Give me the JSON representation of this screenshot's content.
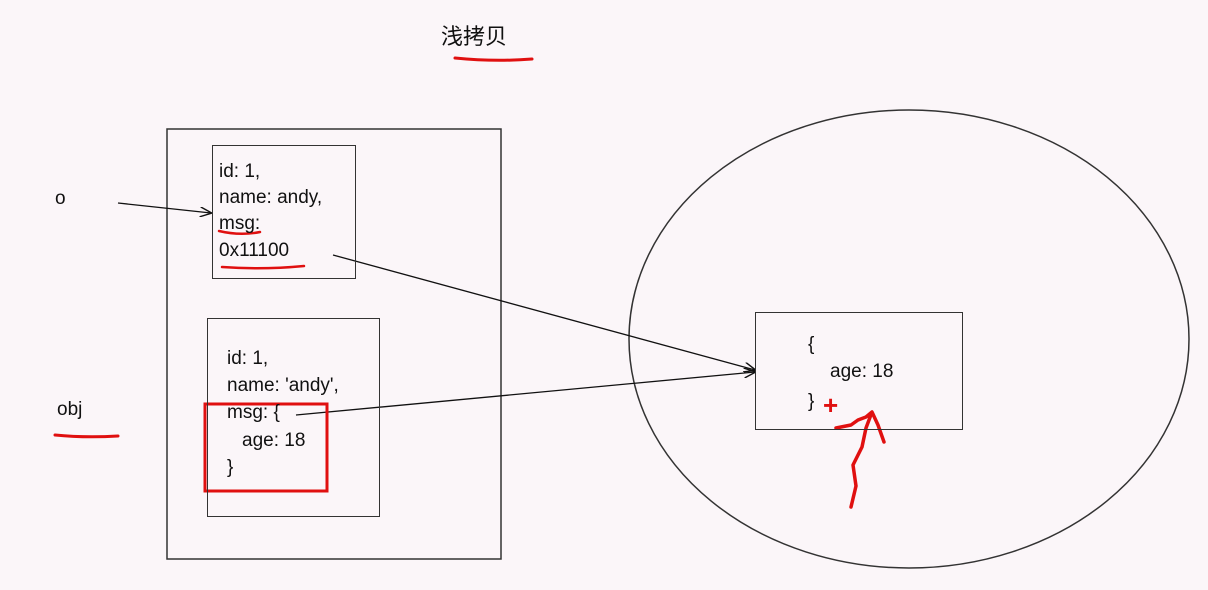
{
  "title": "浅拷贝",
  "labels": {
    "o": "o",
    "obj": "obj"
  },
  "box_o": {
    "line1": "id: 1,",
    "line2": "name: andy,",
    "line3": "msg:",
    "line4": "0x11100"
  },
  "box_obj": {
    "line1": "id: 1,",
    "line2": "name: 'andy',",
    "line3": "msg: {",
    "line4": "age: 18",
    "line5": "}"
  },
  "heap_object": {
    "open": "{",
    "content": "age: 18",
    "close": "}"
  },
  "annotations": {
    "plus": "+"
  },
  "colors": {
    "ink": "#111111",
    "annotation": "#e01010",
    "background": "#fbf6f9"
  }
}
